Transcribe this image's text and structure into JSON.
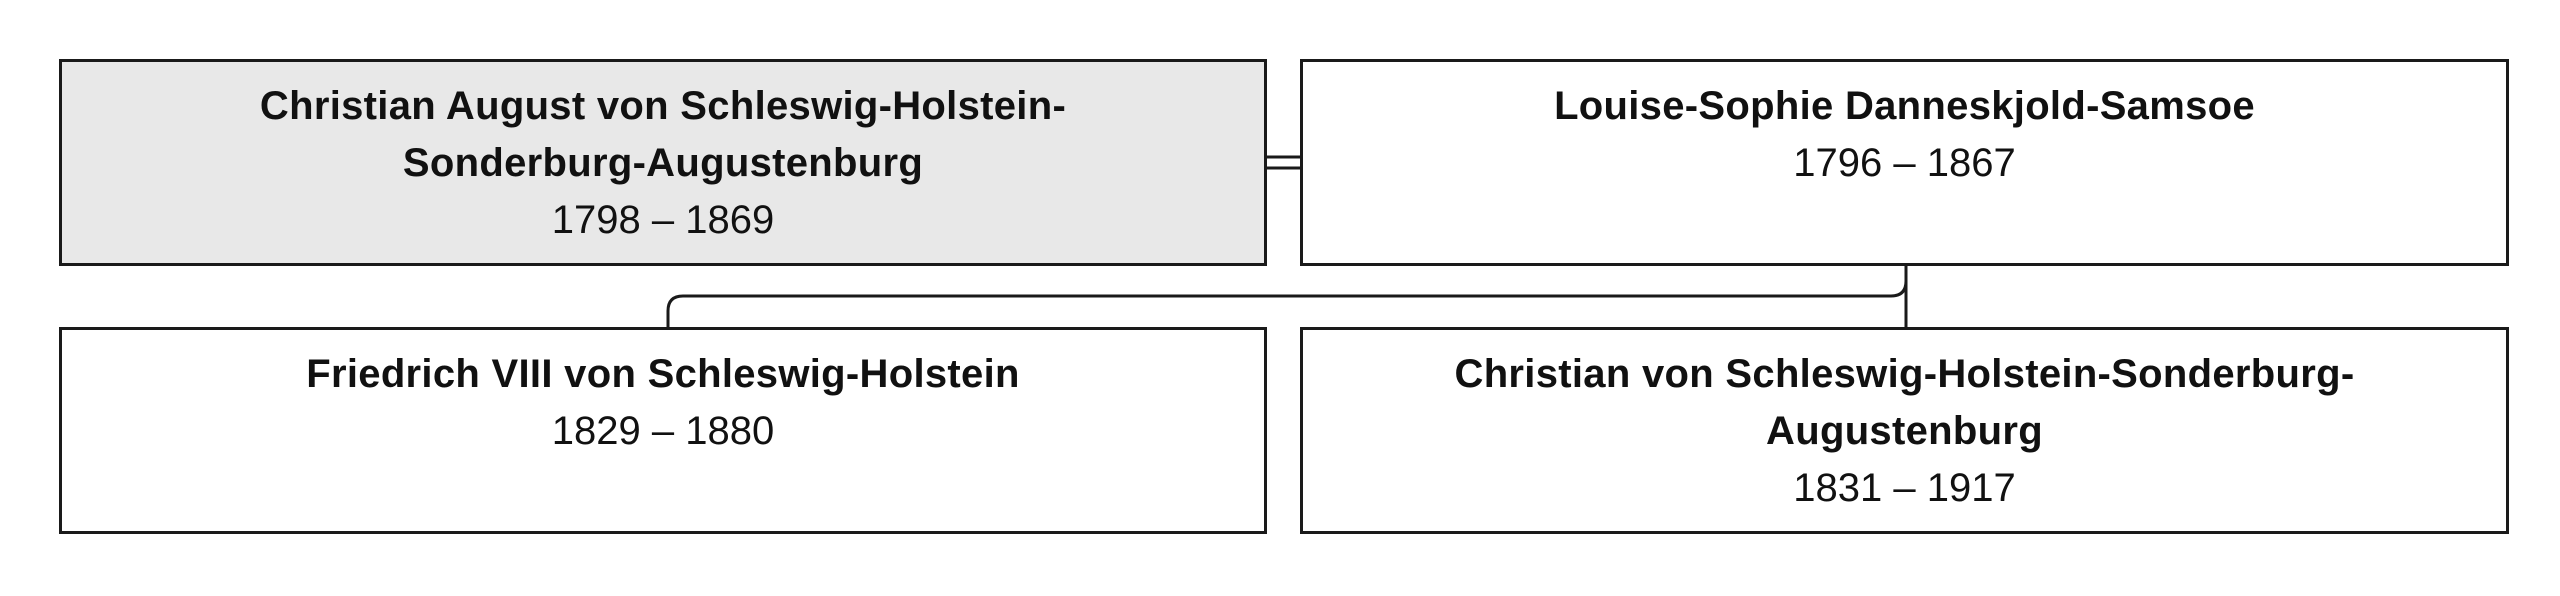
{
  "family_tree": {
    "parents": [
      {
        "name": "Christian August von Schleswig-Holstein-\nSonderburg-Augustenburg",
        "dates": "1798 – 1869",
        "highlighted": true
      },
      {
        "name": "Louise-Sophie Danneskjold-Samsoe",
        "dates": "1796 – 1867",
        "highlighted": false
      }
    ],
    "children": [
      {
        "name": "Friedrich VIII von Schleswig-Holstein",
        "dates": "1829 – 1880"
      },
      {
        "name": "Christian von Schleswig-Holstein-Sonderburg-\nAugustenburg",
        "dates": "1831 – 1917"
      }
    ]
  },
  "colors": {
    "highlight_fill": "#e8e8e8",
    "box_border": "#1a1a1a",
    "connector": "#1a1a1a"
  }
}
